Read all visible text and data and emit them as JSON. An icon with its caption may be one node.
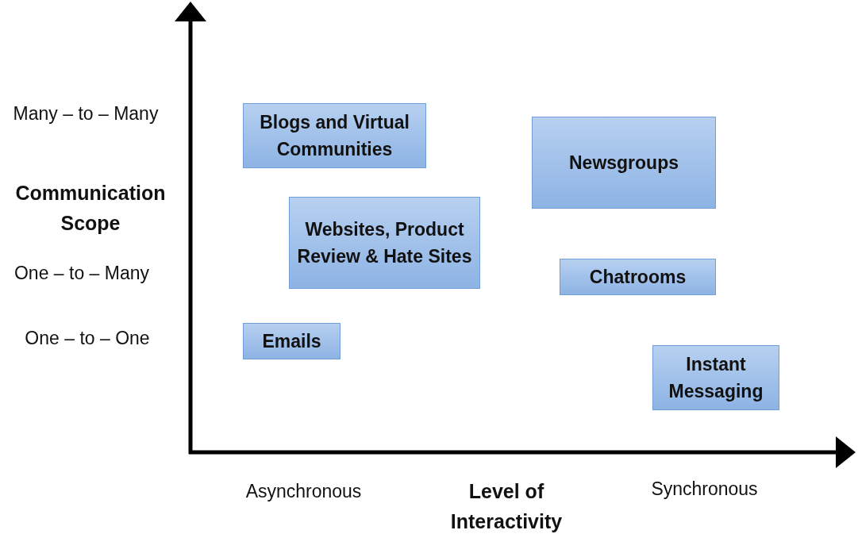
{
  "diagram": {
    "nodes": [
      {
        "text": [
          "Blogs and Virtual Communities"
        ]
      },
      {
        "text": [
          "Newsgroups"
        ]
      },
      {
        "text": [
          "Websites, Product Review & Hate Sites"
        ]
      },
      {
        "text": [
          "Chatrooms"
        ]
      },
      {
        "text": [
          "Emails"
        ]
      },
      {
        "text": [
          "Instant Messaging"
        ]
      }
    ],
    "labels": [
      "Many – to – Many",
      "Communication Scope",
      "One – to – Many",
      "One – to – One",
      "Asynchronous",
      "Level of Interactivity",
      "Synchronous"
    ]
  }
}
